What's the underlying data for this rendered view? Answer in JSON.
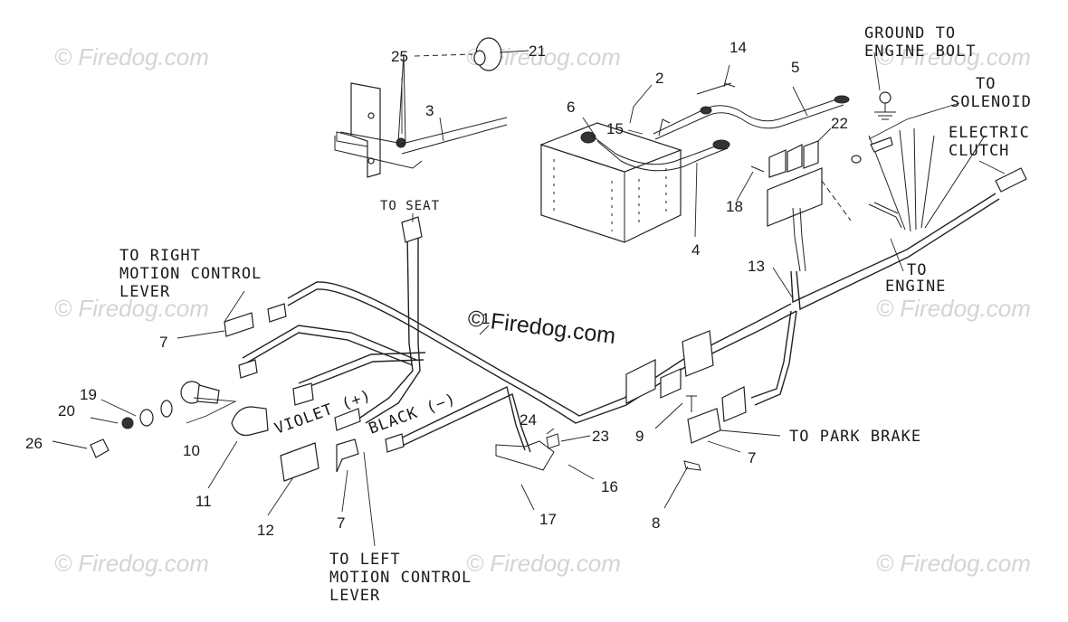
{
  "watermark": "© Firedog.com",
  "labels": {
    "ground": [
      "GROUND TO",
      "ENGINE BOLT"
    ],
    "solenoid": [
      "TO",
      "SOLENOID"
    ],
    "clutch": [
      "ELECTRIC",
      "CLUTCH"
    ],
    "seat": "TO SEAT",
    "right_lever": [
      "TO RIGHT",
      "MOTION CONTROL",
      "LEVER"
    ],
    "engine": [
      "TO",
      "ENGINE"
    ],
    "violet": "VIOLET (+)",
    "black": "BLACK (−)",
    "park_brake": "TO PARK BRAKE",
    "left_lever": [
      "TO LEFT",
      "MOTION CONTROL",
      "LEVER"
    ]
  },
  "callouts": [
    "1",
    "2",
    "3",
    "4",
    "5",
    "6",
    "7",
    "7",
    "7",
    "8",
    "9",
    "10",
    "11",
    "12",
    "13",
    "14",
    "15",
    "16",
    "17",
    "18",
    "19",
    "20",
    "21",
    "22",
    "23",
    "24",
    "25",
    "26"
  ]
}
